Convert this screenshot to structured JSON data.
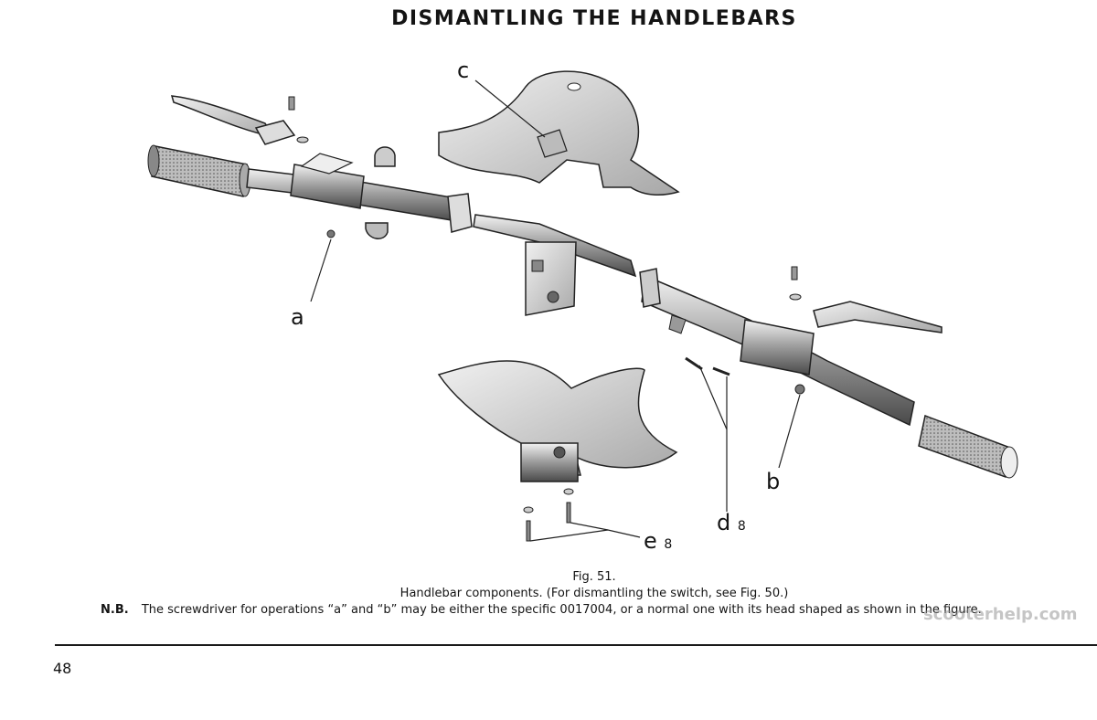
{
  "page": {
    "title": "DISMANTLING THE HANDLEBARS",
    "page_number": "48"
  },
  "figure": {
    "labels": {
      "a": "a",
      "b": "b",
      "c": "c",
      "d": "d",
      "d_num": "8",
      "e": "e",
      "e_num": "8"
    }
  },
  "caption": {
    "fig_number": "Fig. 51.",
    "description": "Handlebar components. (For dismantling the switch, see Fig. 50.)",
    "note_label": "N.B.",
    "note_text": "The screwdriver for operations “a” and “b” may be either the specific 0017004, or a normal one with its head shaped as shown in the figure."
  },
  "watermark": {
    "text": "scooterhelp.com"
  }
}
